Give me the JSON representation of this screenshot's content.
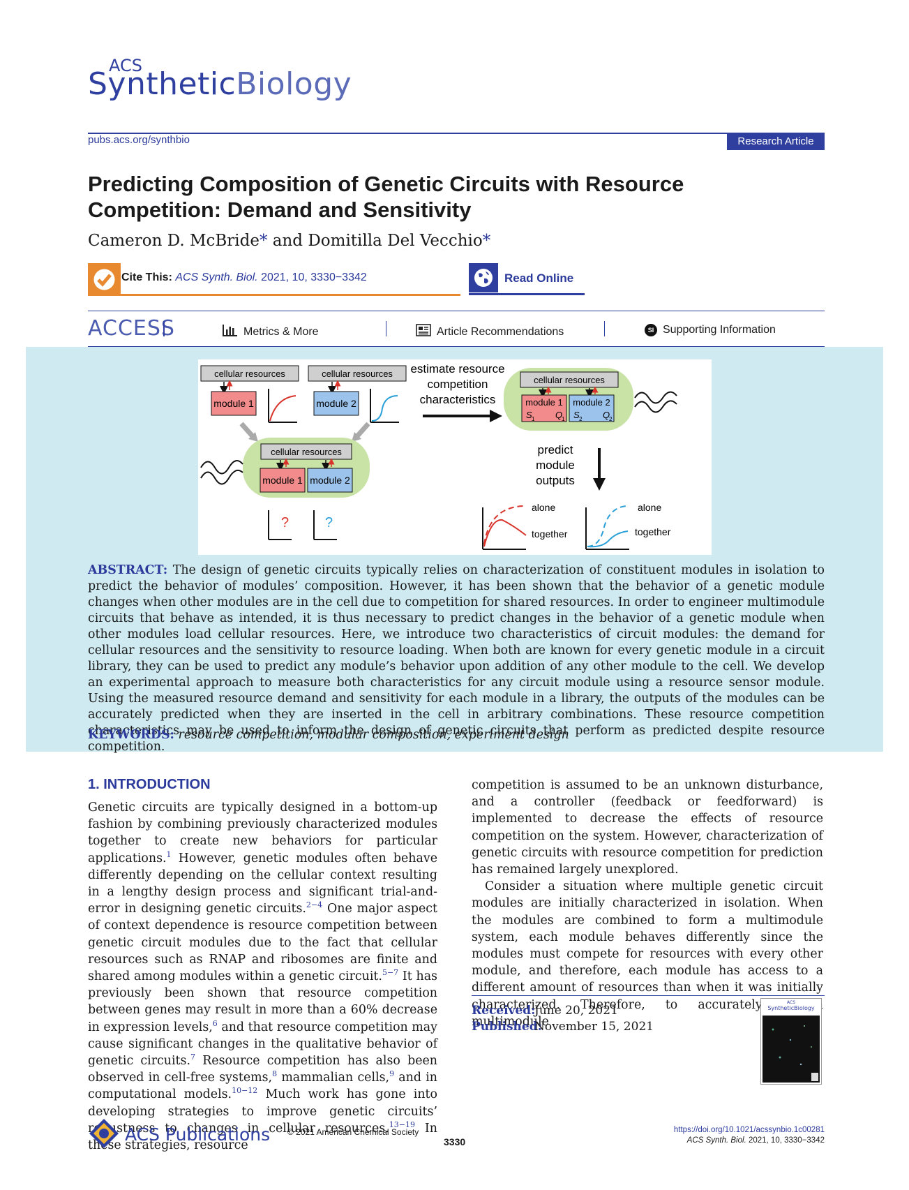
{
  "journal": {
    "acs": "ACS",
    "name_a": "Synthetic",
    "name_b": "Biology"
  },
  "header": {
    "url": "pubs.acs.org/synthbio",
    "article_type": "Research Article"
  },
  "title": "Predicting Composition of Genetic Circuits with Resource Competition: Demand and Sensitivity",
  "authors": {
    "author1": "Cameron D. McBride",
    "and": "and",
    "author2": "Domitilla Del Vecchio",
    "star": "*"
  },
  "cite": {
    "label": "Cite This:",
    "journal": "ACS Synth. Biol.",
    "rest": " 2021, 10, 3330−3342"
  },
  "read_online": "Read Online",
  "access": {
    "label": "ACCESS",
    "metrics": "Metrics & More",
    "recommendations": "Article Recommendations",
    "si_icon": "SI",
    "supporting": "Supporting Information"
  },
  "toc": {
    "cellular_resources": "cellular resources",
    "module1": "module 1",
    "module2": "module 2",
    "estimate": [
      "estimate resource",
      "competition",
      "characteristics"
    ],
    "predict": [
      "predict",
      "module",
      "outputs"
    ],
    "alone": "alone",
    "together": "together",
    "question": "?",
    "s1": "S",
    "q1": "Q",
    "sub1": "1",
    "sub2": "2",
    "colors": {
      "red": "#d9342b",
      "blue": "#2aa0d8",
      "green": "#c9e2a6",
      "module_red": "#f28c8c",
      "module_blue": "#9cc3ec"
    }
  },
  "abstract": {
    "label": "ABSTRACT:",
    "text": "The design of genetic circuits typically relies on characterization of constituent modules in isolation to predict the behavior of modules’ composition. However, it has been shown that the behavior of a genetic module changes when other modules are in the cell due to competition for shared resources. In order to engineer multimodule circuits that behave as intended, it is thus necessary to predict changes in the behavior of a genetic module when other modules load cellular resources. Here, we introduce two characteristics of circuit modules: the demand for cellular resources and the sensitivity to resource loading. When both are known for every genetic module in a circuit library, they can be used to predict any module’s behavior upon addition of any other module to the cell. We develop an experimental approach to measure both characteristics for any circuit module using a resource sensor module. Using the measured resource demand and sensitivity for each module in a library, the outputs of the modules can be accurately predicted when they are inserted in the cell in arbitrary combinations. These resource competition characteristics may be used to inform the design of genetic circuits that perform as predicted despite resource competition."
  },
  "keywords": {
    "label": "KEYWORDS:",
    "text": "resource competition, modular composition, experiment design"
  },
  "intro": {
    "title": "1. INTRODUCTION",
    "p1_a": "Genetic circuits are typically designed in a bottom-up fashion by combining previously characterized modules together to create new behaviors for particular applications.",
    "ref1": "1",
    "p1_b": " However, genetic modules often behave differently depending on the cellular context resulting in a lengthy design process and significant trial-and-error in designing genetic circuits.",
    "ref2": "2−4",
    "p1_c": " One major aspect of context dependence is resource competition between genetic circuit modules due to the fact that cellular resources such as RNAP and ribosomes are finite and shared among modules within a genetic circuit.",
    "ref3": "5−7",
    "p1_d": " It has previously been shown that resource competition between genes may result in more than a 60% decrease in expression levels,",
    "ref4": "6",
    "p1_e": " and that resource competition may cause significant changes in the qualitative behavior of genetic circuits.",
    "ref5": "7",
    "p1_f": " Resource competition has also been observed in cell-free systems,",
    "ref6": "8",
    "p1_g": " mammalian cells,",
    "ref7": "9",
    "p1_h": " and in computational models.",
    "ref8": "10−12",
    "p1_i": " Much work has gone into developing strategies to improve genetic circuits’ robustness to changes in cellular resources.",
    "ref9": "13−19",
    "p1_j": " In these strategies, resource",
    "col2_p1": "competition is assumed to be an unknown disturbance, and a controller (feedback or feedforward) is implemented to decrease the effects of resource competition on the system. However, characterization of genetic circuits with resource competition for prediction has remained largely unexplored.",
    "col2_p2": "Consider a situation where multiple genetic circuit modules are initially characterized in isolation. When the modules are combined to form a multimodule system, each module behaves differently since the modules must compete for resources with every other module, and therefore, each module has access to a different amount of resources than when it was initially characterized. Therefore, to accurately design multimodule"
  },
  "dates": {
    "received_label": "Received:",
    "received": "June 20, 2021",
    "published_label": "Published:",
    "published": "November 15, 2021"
  },
  "cover": {
    "acs": "ACS",
    "name": "SyntheticBiology"
  },
  "footer": {
    "publisher": "ACS Publications",
    "copyright": "© 2021 American Chemical Society",
    "page": "3330",
    "doi": "https://doi.org/10.1021/acssynbio.1c00281",
    "citation_journal": "ACS Synth. Biol.",
    "citation_rest": " 2021, 10, 3330−3342"
  }
}
